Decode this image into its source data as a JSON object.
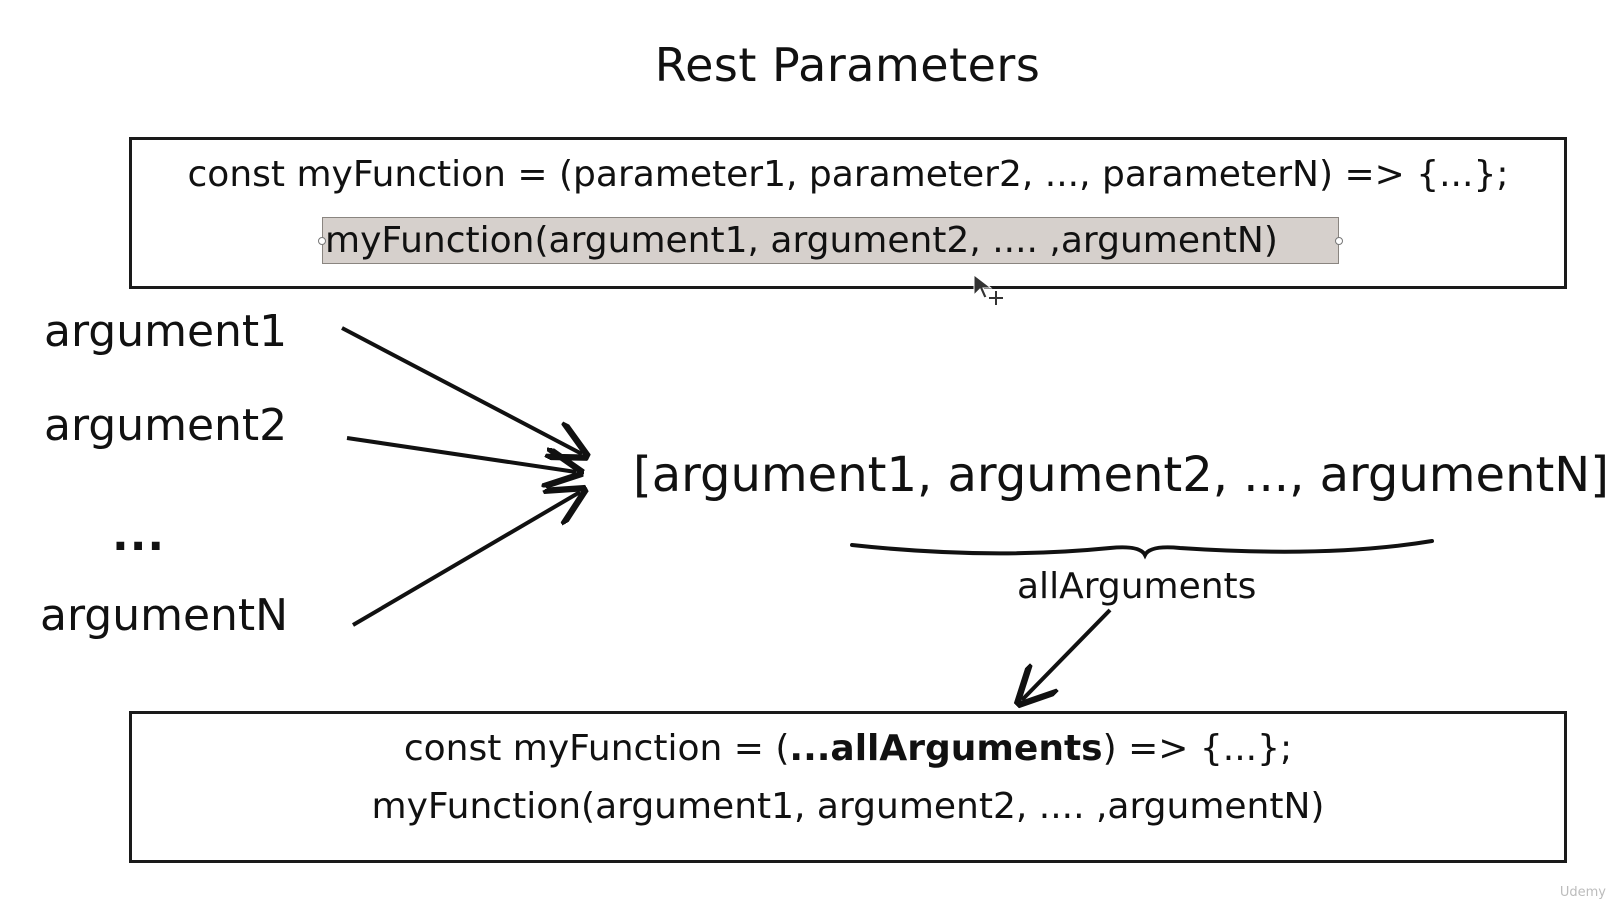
{
  "title": "Rest Parameters",
  "top_box": {
    "definition": "const myFunction = (parameter1, parameter2, ..., parameterN) => {...};",
    "call": "myFunction(argument1, argument2, .... ,argumentN)"
  },
  "arguments": {
    "arg1": "argument1",
    "arg2": "argument2",
    "ellipsis": "...",
    "argN": "argumentN"
  },
  "array_text": "[argument1, argument2, ..., argumentN]",
  "all_arguments_label": "allArguments",
  "bottom_box": {
    "definition_prefix": "const myFunction = (",
    "definition_rest": "...allArguments",
    "definition_suffix": ") => {...};",
    "call": "myFunction(argument1, argument2, .... ,argumentN)"
  },
  "watermark": "Udemy",
  "colors": {
    "highlight": "#d6d0cc",
    "stroke": "#111111"
  },
  "icons": {
    "cursor": "move-cursor-icon"
  }
}
